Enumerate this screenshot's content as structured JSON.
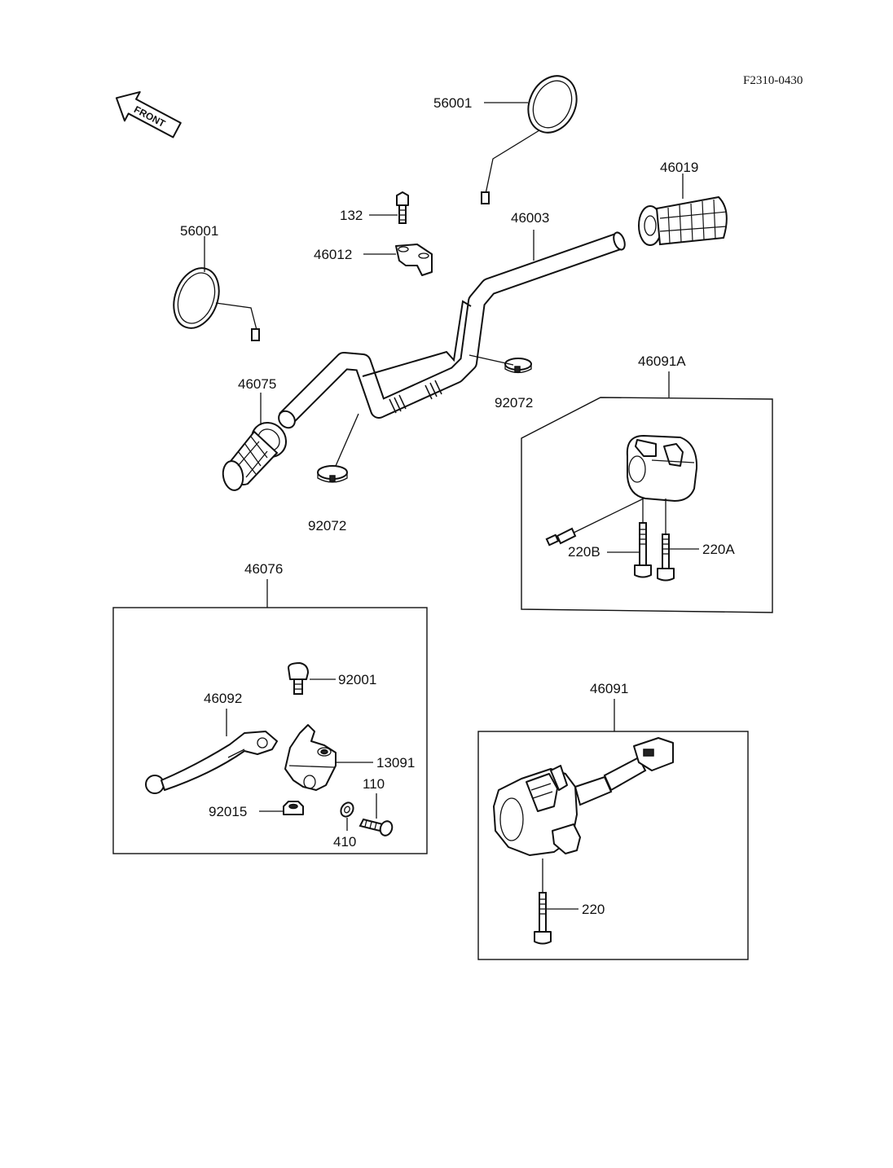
{
  "diagram": {
    "code": "F2310-0430",
    "front_label": "FRONT",
    "labels": {
      "mirror_right": "56001",
      "mirror_left": "56001",
      "grip_right": "46019",
      "bolt_132": "132",
      "handlebar": "46003",
      "holder": "46012",
      "grip_left": "46075",
      "band_right": "92072",
      "band_left": "92072",
      "switch_right_assy": "46091A",
      "screw_220b": "220B",
      "screw_220a": "220A",
      "lever_assy": "46076",
      "bolt_92001": "92001",
      "lever": "46092",
      "lever_holder": "13091",
      "bolt_110": "110",
      "nut_92015": "92015",
      "washer_410": "410",
      "switch_left_assy": "46091",
      "screw_220": "220"
    }
  }
}
